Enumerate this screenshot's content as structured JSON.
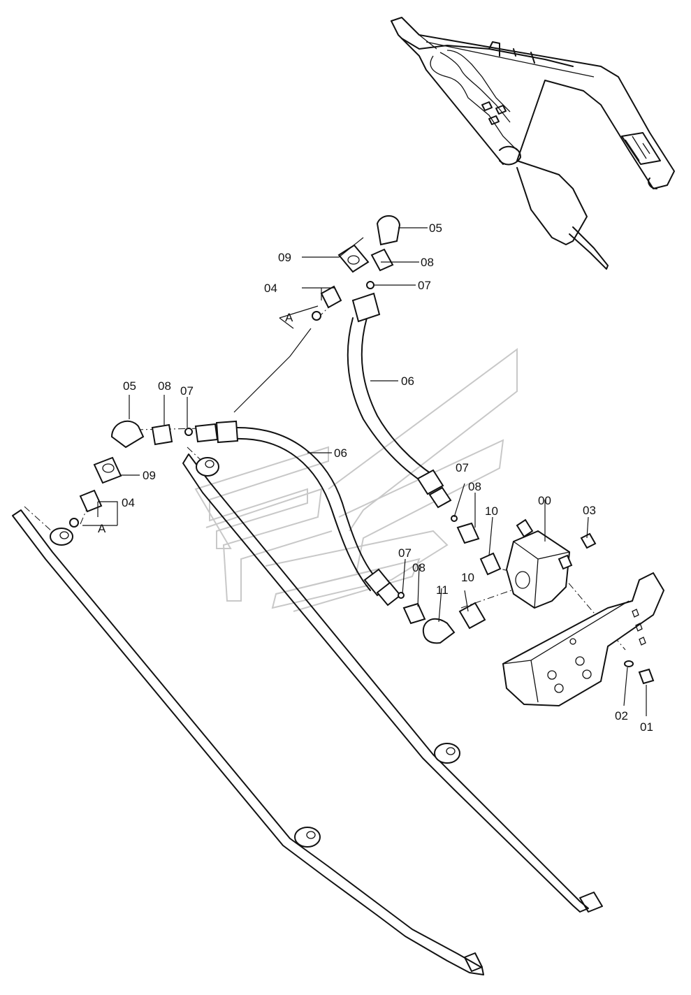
{
  "labels": {
    "l00": "00",
    "l01": "01",
    "l02": "02",
    "l03": "03",
    "l04a": "04",
    "l04b": "04",
    "l05a": "05",
    "l05b": "05",
    "l06a": "06",
    "l06b": "06",
    "l07a": "07",
    "l07b": "07",
    "l07c": "07",
    "l07d": "07",
    "l08a": "08",
    "l08b": "08",
    "l08c": "08",
    "l08d": "08",
    "l09a": "09",
    "l09b": "09",
    "l10a": "10",
    "l10b": "10",
    "l11": "11",
    "refA1": "A",
    "refA2": "A"
  }
}
